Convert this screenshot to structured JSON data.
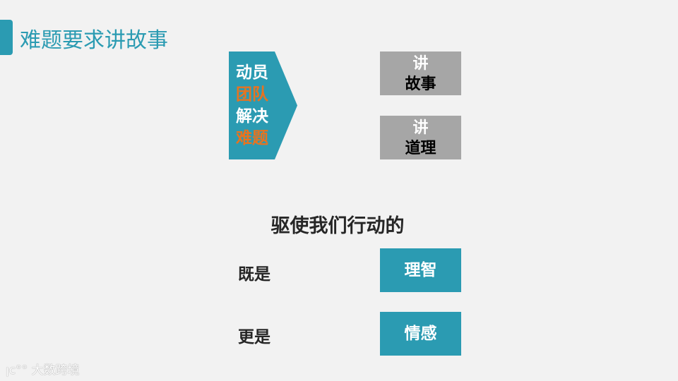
{
  "title": "难题要求讲故事",
  "arrow": {
    "lines": [
      {
        "text": "动员",
        "color": "#ffffff"
      },
      {
        "text": "团队",
        "color": "#e8731f"
      },
      {
        "text": "解决",
        "color": "#ffffff"
      },
      {
        "text": "难题",
        "color": "#e8731f"
      }
    ]
  },
  "boxes": [
    {
      "top": "讲",
      "bottom": "故事"
    },
    {
      "top": "讲",
      "bottom": "道理"
    }
  ],
  "heading": "驱使我们行动的",
  "rows": [
    {
      "label": "既是",
      "value": "理智"
    },
    {
      "label": "更是",
      "value": "情感"
    }
  ],
  "watermark": "大数跨境",
  "colors": {
    "accent": "#2b9bb2",
    "orange": "#e8731f",
    "gray_box": "#a6a6a6"
  }
}
